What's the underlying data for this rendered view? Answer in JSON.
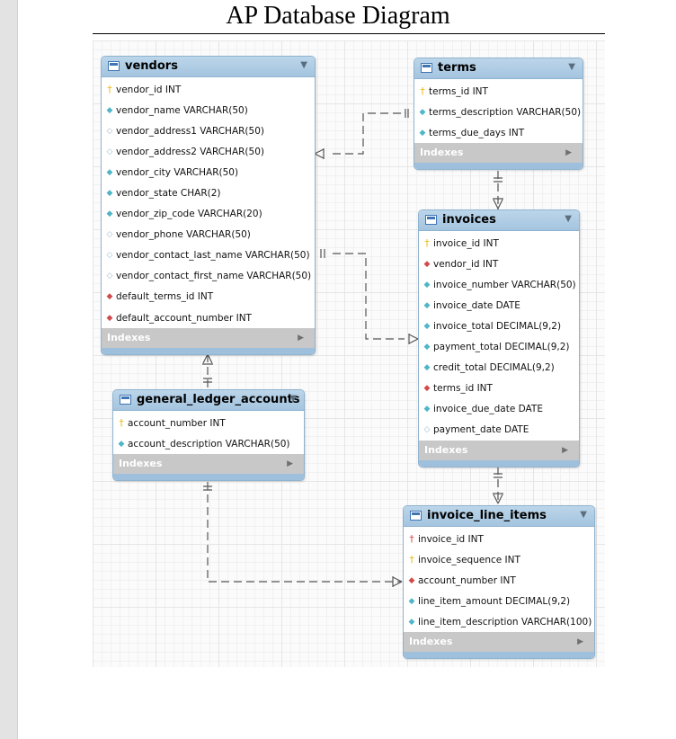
{
  "title": "AP Database Diagram",
  "indexes_label": "Indexes",
  "tables": {
    "vendors": {
      "name": "vendors",
      "columns": [
        {
          "text": "vendor_id INT",
          "icon": "primary-key"
        },
        {
          "text": "vendor_name VARCHAR(50)",
          "icon": "not-null"
        },
        {
          "text": "vendor_address1 VARCHAR(50)",
          "icon": "nullable"
        },
        {
          "text": "vendor_address2 VARCHAR(50)",
          "icon": "nullable"
        },
        {
          "text": "vendor_city VARCHAR(50)",
          "icon": "not-null"
        },
        {
          "text": "vendor_state CHAR(2)",
          "icon": "not-null"
        },
        {
          "text": "vendor_zip_code VARCHAR(20)",
          "icon": "not-null"
        },
        {
          "text": "vendor_phone VARCHAR(50)",
          "icon": "nullable"
        },
        {
          "text": "vendor_contact_last_name VARCHAR(50)",
          "icon": "nullable"
        },
        {
          "text": "vendor_contact_first_name VARCHAR(50)",
          "icon": "nullable"
        },
        {
          "text": "default_terms_id INT",
          "icon": "foreign-key"
        },
        {
          "text": "default_account_number INT",
          "icon": "foreign-key"
        }
      ]
    },
    "terms": {
      "name": "terms",
      "columns": [
        {
          "text": "terms_id INT",
          "icon": "primary-key"
        },
        {
          "text": "terms_description VARCHAR(50)",
          "icon": "not-null"
        },
        {
          "text": "terms_due_days INT",
          "icon": "not-null"
        }
      ]
    },
    "invoices": {
      "name": "invoices",
      "columns": [
        {
          "text": "invoice_id INT",
          "icon": "primary-key"
        },
        {
          "text": "vendor_id INT",
          "icon": "foreign-key"
        },
        {
          "text": "invoice_number VARCHAR(50)",
          "icon": "not-null"
        },
        {
          "text": "invoice_date DATE",
          "icon": "not-null"
        },
        {
          "text": "invoice_total DECIMAL(9,2)",
          "icon": "not-null"
        },
        {
          "text": "payment_total DECIMAL(9,2)",
          "icon": "not-null"
        },
        {
          "text": "credit_total DECIMAL(9,2)",
          "icon": "not-null"
        },
        {
          "text": "terms_id INT",
          "icon": "foreign-key"
        },
        {
          "text": "invoice_due_date DATE",
          "icon": "not-null"
        },
        {
          "text": "payment_date DATE",
          "icon": "nullable"
        }
      ]
    },
    "general_ledger_accounts": {
      "name": "general_ledger_accounts",
      "columns": [
        {
          "text": "account_number INT",
          "icon": "primary-key"
        },
        {
          "text": "account_description VARCHAR(50)",
          "icon": "not-null"
        }
      ]
    },
    "invoice_line_items": {
      "name": "invoice_line_items",
      "columns": [
        {
          "text": "invoice_id INT",
          "icon": "primary-foreign-key"
        },
        {
          "text": "invoice_sequence INT",
          "icon": "primary-key"
        },
        {
          "text": "account_number INT",
          "icon": "foreign-key"
        },
        {
          "text": "line_item_amount DECIMAL(9,2)",
          "icon": "not-null"
        },
        {
          "text": "line_item_description VARCHAR(100)",
          "icon": "not-null"
        }
      ]
    }
  },
  "relationships": [
    {
      "from": "terms",
      "to": "vendors",
      "type": "one-to-many"
    },
    {
      "from": "vendors",
      "to": "invoices",
      "type": "one-to-many"
    },
    {
      "from": "terms",
      "to": "invoices",
      "type": "one-to-many"
    },
    {
      "from": "vendors",
      "to": "general_ledger_accounts",
      "type": "many-to-one"
    },
    {
      "from": "invoices",
      "to": "invoice_line_items",
      "type": "one-to-many"
    },
    {
      "from": "general_ledger_accounts",
      "to": "invoice_line_items",
      "type": "one-to-many"
    }
  ]
}
